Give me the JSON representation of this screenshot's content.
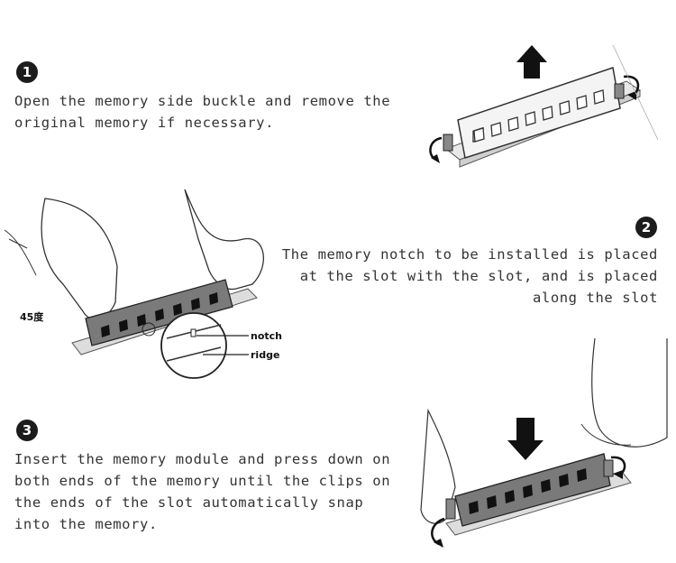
{
  "steps": [
    {
      "number": "1",
      "lines": [
        "Open the memory side buckle and remove the",
        "original memory if necessary."
      ]
    },
    {
      "number": "2",
      "lines": [
        "The memory notch to be installed is placed",
        "at the slot with the slot, and is placed",
        "along the slot"
      ]
    },
    {
      "number": "3",
      "lines": [
        "Insert the memory module and press down on",
        "both ends of the memory until the clips on",
        "the ends of the slot automatically snap",
        "into the memory."
      ]
    }
  ],
  "figure2": {
    "angle_label": "45度",
    "notch_label": "notch",
    "ridge_label": "ridge"
  }
}
